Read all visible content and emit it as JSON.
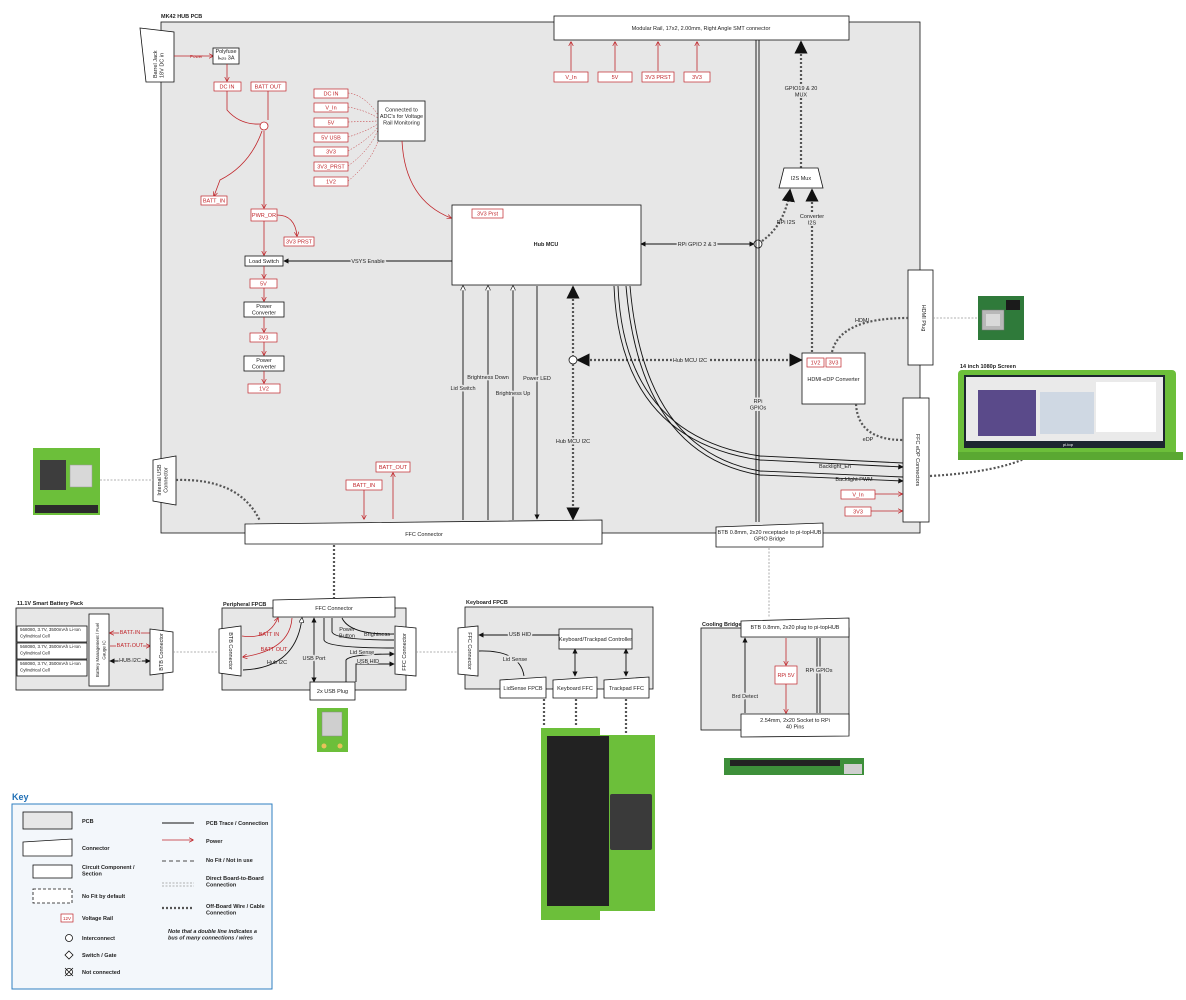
{
  "hub": {
    "title": "MK42 HUB PCB",
    "barrel_jack": "Barrel Jack\n18V DC in",
    "modular_rail": "Modular Rail, 17x2, 2.00mm, Right Angle SMT connector",
    "polyfuse": "Polyfuse\nIₕₒₗₔ 3A",
    "power_label": "Power",
    "dc_in": "DC IN",
    "batt_out": "BATT OUT",
    "batt_in": "BATT_IN",
    "pwr_or": "PWR_OR",
    "rail_3v3_prst": "3V3 PRST",
    "load_switch": "Load Switch",
    "vsys_enable": "VSYS Enable",
    "rail_5v": "5V",
    "power_converter_1": "Power\nConverter",
    "rail_3v3": "3V3",
    "power_converter_2": "Power\nConverter",
    "rail_1v2": "1V2",
    "adc_rails": [
      "DC IN",
      "V_In",
      "5V",
      "5V USB",
      "3V3",
      "3V3_PRST",
      "1V2"
    ],
    "adc_box": "Connected to\nADC's for Voltage\nRail Monitoring",
    "hub_mcu": "Hub MCU",
    "mcu_rail": "3V3 Prst",
    "rpi_gpio_23": "RPi GPIO 2 & 3",
    "modular_rails": [
      "V_In",
      "5V",
      "3V3 PRST",
      "3V3"
    ],
    "gpio_mux": "GPIO19 & 20\nMUX",
    "i2s_mux": "I2S Mux",
    "rpi_i2s": "RPi I2S",
    "converter_i2s": "Converter\nI2S",
    "hdmi_plug": "HDMI Plug",
    "hdmi_label": "HDMI",
    "hdmi_edp": "HDMI-eDP Converter",
    "conv_rails": [
      "1V2",
      "3V3"
    ],
    "hub_mcu_i2c": "Hub MCU I2C",
    "hub_mcu_i2c_v": "Hub MCU I2C",
    "lid_switch": "Lid Switch",
    "brightness_down": "Brightness Down",
    "brightness_up": "Brightness Up",
    "power_led": "Power LED",
    "rpi_gpios": "RPi\nGPIOs",
    "edp": "eDP",
    "backlight_en": "Backlight_En",
    "backlight_pwm": "Backlight PWM",
    "ffc_edp": "FFC eDP Connectors",
    "v_in": "V_In",
    "rail_3v3_b": "3V3",
    "internal_usb": "Internal USB\nConnector",
    "batt_out_2": "BATT_OUT",
    "batt_in_2": "BATT_IN",
    "ffc_connector": "FFC Connector",
    "btb_hub": "BTB 0.8mm, 2x20 receptacle to pi-topHUB\nGPIO Bridge"
  },
  "screen": {
    "title": "14 inch 1080p Screen",
    "brand": "pi-top"
  },
  "battery": {
    "title": "11.1V Smart Battery Pack",
    "cells": [
      "568080, 3.7V, 3500mAh Li-Ion\nCylindrical Cell",
      "568080, 3.7V, 3500mAh Li-Ion\nCylindrical Cell",
      "568080, 3.7V, 3500mAh Li-Ion\nCylindrical Cell"
    ],
    "bms": "Battery Management / Fuel\nGauge IC",
    "batt_in": "BATT IN",
    "batt_out": "BATT OUT",
    "hub_i2c": "HUB I2C",
    "btb": "BTB Connector"
  },
  "peripheral": {
    "title": "Peripheral FPCB",
    "ffc": "FFC Connector",
    "btb": "BTB Connector",
    "batt_in": "BATT IN",
    "batt_out": "BATT OUT",
    "hub_i2c": "Hub I2C",
    "usb_port": "USB Port",
    "power_button": "Power\nButton",
    "brightness": "Brightness",
    "lid_sense": "Lid Sense",
    "usb_hid": "USB HID",
    "ffc_right": "FFC Connector",
    "usb_plug": "2x USB Plug"
  },
  "keyboard": {
    "title": "Keyboard FPCB",
    "ffc": "FFC Connector",
    "usb_hid": "USB HID",
    "controller": "Keyboard/Trackpad Controller",
    "lid_sense": "Lid Sense",
    "lidsense_fpcb": "LidSense FPCB",
    "keyboard_ffc": "Keyboard FFC",
    "trackpad_ffc": "Trackpad FFC"
  },
  "cooling": {
    "title": "Cooling Bridge",
    "btb": "BTB 0.8mm, 2x20 plug to pi-topHUB",
    "rpi_5v": "RPi 5V",
    "brd_detect": "Brd Detect",
    "rpi_gpios": "RPi GPIOs",
    "socket": "2.54mm, 2x20 Socket to RPi\n40 Pins"
  },
  "key": {
    "title": "Key",
    "left": [
      {
        "label": "PCB"
      },
      {
        "label": "Connector"
      },
      {
        "label": "Circuit Component /\nSection"
      },
      {
        "label": "No Fit by default"
      },
      {
        "label": "Voltage Rail",
        "sample": "12V"
      },
      {
        "label": "Interconnect"
      },
      {
        "label": "Switch / Gate"
      },
      {
        "label": "Not connected"
      }
    ],
    "right": [
      {
        "label": "PCB Trace / Connection"
      },
      {
        "label": "Power"
      },
      {
        "label": "No Fit / Not in use"
      },
      {
        "label": "Direct Board-to-Board\nConnection"
      },
      {
        "label": "Off-Board Wire / Cable\nConnection"
      }
    ],
    "note": "Note that a double line indicates a\nbus of many connections / wires"
  },
  "colors": {
    "pcb_fill": "#e7e7e7",
    "power_red": "#c0262b",
    "board_green": "#5fbf2a",
    "key_border": "#2f7fc1",
    "key_title": "#1f6fb5"
  },
  "icons": [
    "interconnect-circle-icon",
    "switch-diamond-icon",
    "not-connected-x-icon",
    "arrow-head-icon"
  ]
}
